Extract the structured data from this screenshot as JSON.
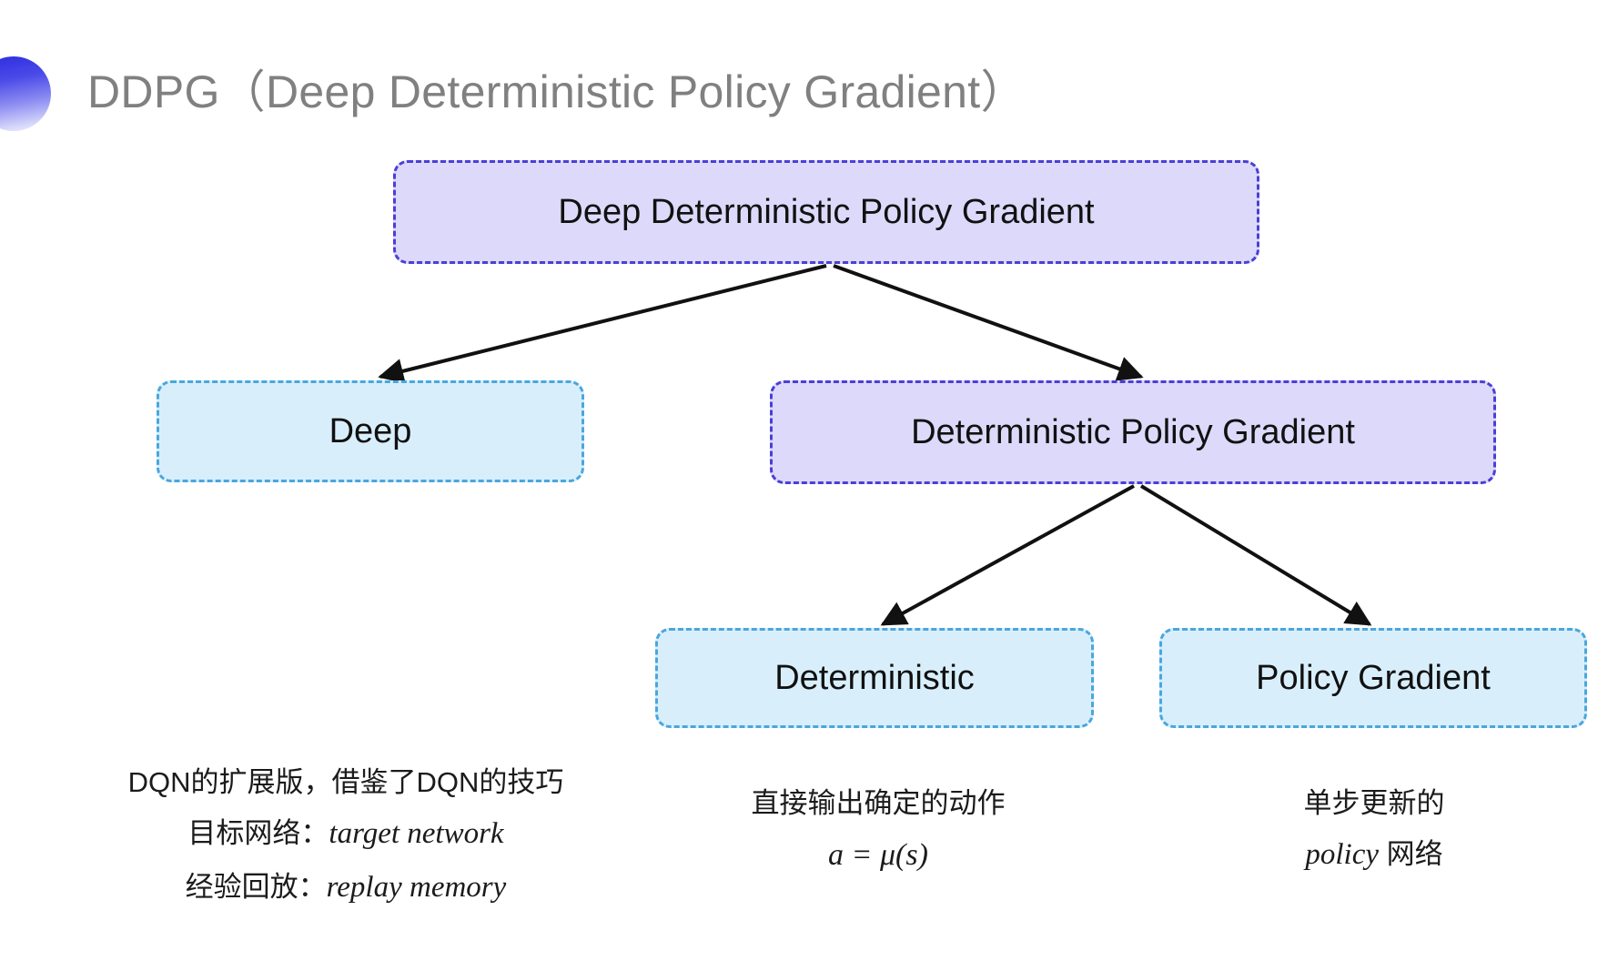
{
  "slide": {
    "title": "DDPG（Deep Deterministic Policy Gradient）",
    "background_color": "#ffffff",
    "title_color": "#808080",
    "bullet_icon": "half-circle-gradient-icon"
  },
  "colors": {
    "purple_fill": "#ddd9fa",
    "purple_border": "#4a3fd6",
    "cyan_fill": "#d8effb",
    "cyan_border": "#4aa6de",
    "arrow": "#111111",
    "text": "#111111"
  },
  "diagram": {
    "type": "tree",
    "nodes": [
      {
        "id": "root",
        "label": "Deep Deterministic Policy Gradient",
        "style": "purple",
        "level": 0
      },
      {
        "id": "deep",
        "label": "Deep",
        "style": "cyan",
        "level": 1
      },
      {
        "id": "dpg",
        "label": "Deterministic Policy Gradient",
        "style": "purple",
        "level": 1
      },
      {
        "id": "deterministic",
        "label": "Deterministic",
        "style": "cyan",
        "level": 2
      },
      {
        "id": "policy_gradient",
        "label": "Policy Gradient",
        "style": "cyan",
        "level": 2
      }
    ],
    "edges": [
      {
        "from": "root",
        "to": "deep"
      },
      {
        "from": "root",
        "to": "dpg"
      },
      {
        "from": "dpg",
        "to": "deterministic"
      },
      {
        "from": "dpg",
        "to": "policy_gradient"
      }
    ]
  },
  "notes": {
    "deep": {
      "line1": "DQN的扩展版，借鉴了DQN的技巧",
      "line2_label": "目标网络：",
      "line2_term": "target network",
      "line3_label": "经验回放：",
      "line3_term": "replay memory"
    },
    "deterministic": {
      "line1": "直接输出确定的动作",
      "formula": "a = μ(s)"
    },
    "policy_gradient": {
      "line1": "单步更新的",
      "line2_term": "policy",
      "line2_suffix": " 网络"
    }
  }
}
